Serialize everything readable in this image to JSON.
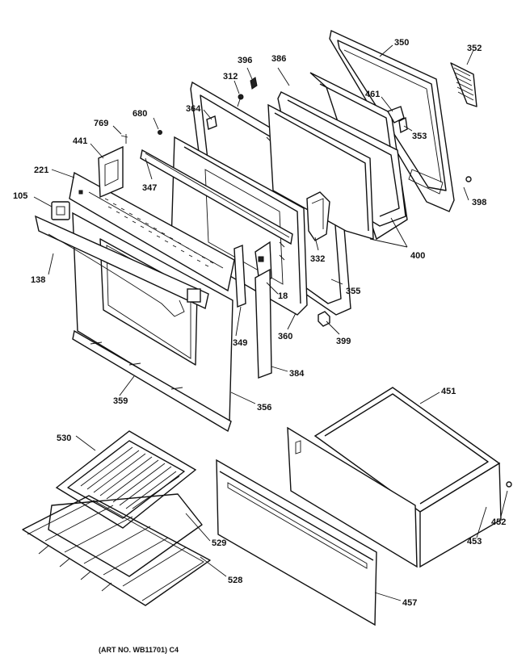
{
  "art_number": "(ART NO. WB11701) C4",
  "callouts": {
    "p350": "350",
    "p352": "352",
    "p396": "396",
    "p386": "386",
    "p312": "312",
    "p461": "461",
    "p680": "680",
    "p364": "364",
    "p353": "353",
    "p769": "769",
    "p441": "441",
    "p221": "221",
    "p347": "347",
    "p398": "398",
    "p105": "105",
    "p400": "400",
    "p332": "332",
    "p138": "138",
    "p18": "18",
    "p355": "355",
    "p349": "349",
    "p360": "360",
    "p399": "399",
    "p384": "384",
    "p359": "359",
    "p356": "356",
    "p451": "451",
    "p530": "530",
    "p452": "452",
    "p453": "453",
    "p529": "529",
    "p528": "528",
    "p457": "457"
  }
}
